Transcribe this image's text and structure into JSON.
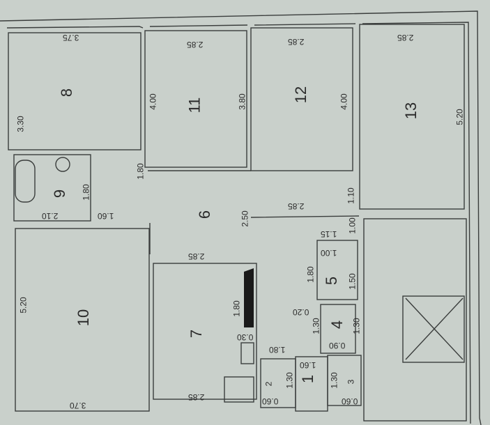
{
  "plan": {
    "background": "#c9d0cb",
    "wall_color": "#3a3d3c",
    "rooms": [
      {
        "id": "1",
        "label": "1"
      },
      {
        "id": "2",
        "label": "2"
      },
      {
        "id": "3",
        "label": "3"
      },
      {
        "id": "4",
        "label": "4"
      },
      {
        "id": "5",
        "label": "5"
      },
      {
        "id": "6",
        "label": "6"
      },
      {
        "id": "7",
        "label": "7"
      },
      {
        "id": "8",
        "label": "8"
      },
      {
        "id": "9",
        "label": "9"
      },
      {
        "id": "10",
        "label": "10"
      },
      {
        "id": "11",
        "label": "11"
      },
      {
        "id": "12",
        "label": "12"
      },
      {
        "id": "13",
        "label": "13"
      }
    ],
    "dimensions": {
      "r8_w": "3.75",
      "r8_h": "3.30",
      "r11_w": "2.85",
      "r11_h_left": "4.00",
      "r11_h_right": "3.80",
      "r12_w": "2.85",
      "r12_h": "4.00",
      "r13_w": "2.85",
      "r13_h": "5.20",
      "r9_h": "1.80",
      "r9_w": "2.10",
      "corridor_w": "1.60",
      "corridor_side": "1.80",
      "r6_w": "2.85",
      "r6_h": "2.50",
      "r6_door": "1.10",
      "r10_h": "5.20",
      "r10_w": "3.70",
      "r7_top": "2.85",
      "r7_bottom": "2.85",
      "r7_side": "1.80",
      "r7_small": "0.30",
      "r5_a": "1.15",
      "r5_b": "1.00",
      "r5_c": "1.00",
      "r5_d": "1.80",
      "r5_e": "1.50",
      "r4_a": "0.20",
      "r4_b": "1.30",
      "r4_c": "1.30",
      "r4_d": "0.90",
      "r1_a": "1.80",
      "r1_b": "1.60",
      "r2_a": "1.30",
      "r2_b": "0.60",
      "r3_a": "1.30",
      "r3_b": "0.60"
    }
  }
}
